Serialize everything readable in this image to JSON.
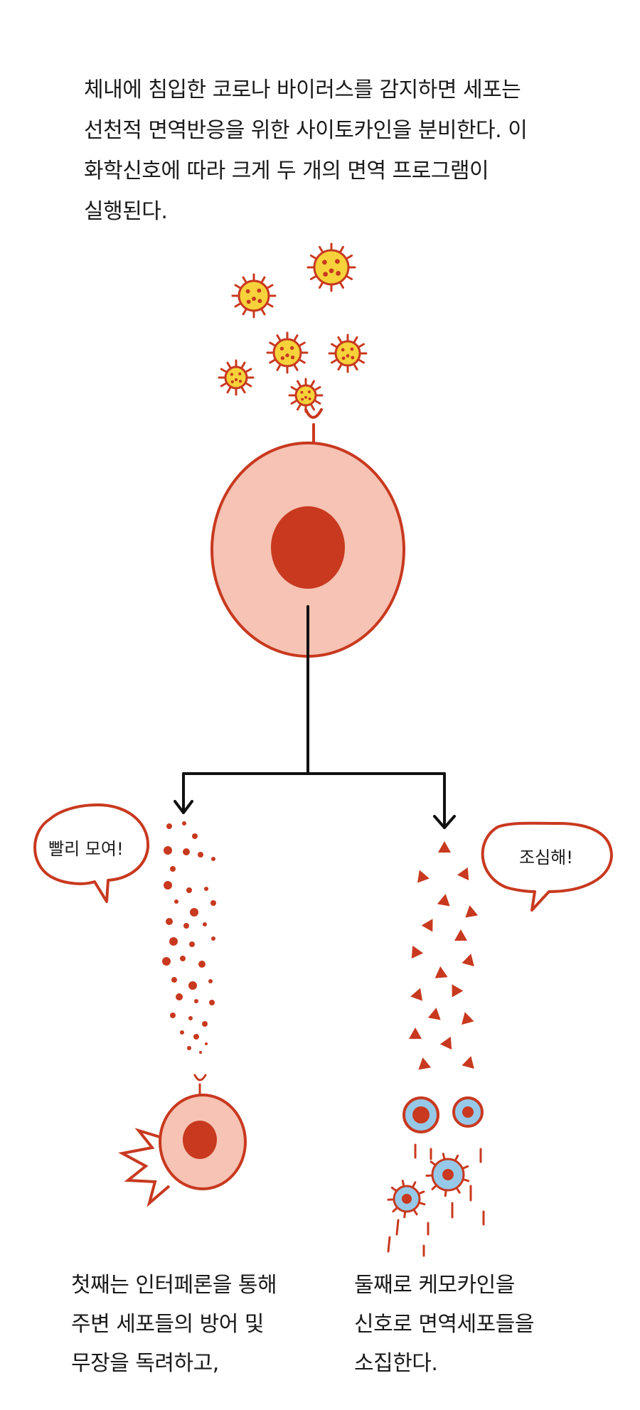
{
  "intro": {
    "lines": [
      "체내에 침입한 코로나 바이러스를 감지하면 세포는",
      "선천적 면역반응을 위한 사이토카인을 분비한다. 이",
      "화학신호에 따라 크게 두 개의 면역 프로그램이",
      "실행된다."
    ]
  },
  "bubbles": {
    "left": "빨리 모여!",
    "right": "조심해!"
  },
  "captions": {
    "left": [
      "첫째는 인터페론을 통해",
      "주변 세포들의 방어 및",
      "무장을 독려하고,"
    ],
    "right": [
      "둘째로 케모카인을",
      "신호로 면역세포들을",
      "소집한다."
    ]
  },
  "colors": {
    "outline": "#c8391f",
    "cell_fill": "#f6c3b4",
    "nucleus": "#c8391f",
    "virus_fill": "#f7d23a",
    "immune_fill": "#96c9e8"
  }
}
